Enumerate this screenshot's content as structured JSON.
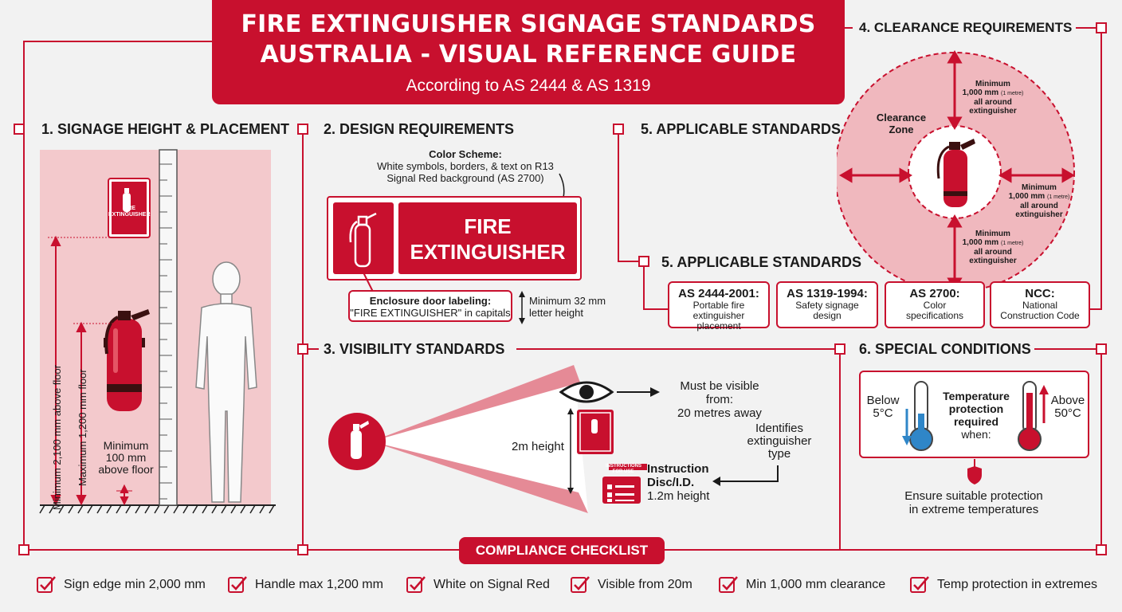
{
  "title": {
    "line1": "FIRE EXTINGUISHER SIGNAGE STANDARDS",
    "line2": "AUSTRALIA - VISUAL REFERENCE GUIDE",
    "subtitle": "According to AS 2444 & AS 1319"
  },
  "section1": {
    "heading": "1. SIGNAGE HEIGHT & PLACEMENT",
    "small_sign_text": "FIRE EXTINGUISHER",
    "min_2100": "Minimum 2,100 mm above floor",
    "max_1200": "Maximum 1,200 mm floor",
    "min_100_line1": "Minimum",
    "min_100_line2": "100 mm",
    "min_100_line3": "above floor"
  },
  "section2": {
    "heading": "2. DESIGN REQUIREMENTS",
    "color_title": "Color Scheme:",
    "color_line1": "White symbols, borders, & text on R13",
    "color_line2": "Signal Red background (AS 2700)",
    "sign_line1": "FIRE",
    "sign_line2": "EXTINGUISHER",
    "enclosure_title": "Enclosure door labeling:",
    "enclosure_text": "\"FIRE EXTINGUISHER\" in capitals",
    "letter_line1": "Minimum 32 mm",
    "letter_line2": "letter height"
  },
  "section3": {
    "heading": "3. VISIBILITY STANDARDS",
    "visible_line1": "Must be visible from:",
    "visible_line2": "20 metres away",
    "height_2m": "2m height",
    "identifies_line1": "Identifies",
    "identifies_line2": "extinguisher",
    "identifies_line3": "type",
    "instruction_line1": "Instruction",
    "instruction_line2": "Disc/I.D.",
    "instruction_line3": "1.2m height",
    "disc_header": "INSTRUCTIONS FOR USE"
  },
  "section4": {
    "heading": "4. CLEARANCE REQUIREMENTS",
    "zone_line1": "Clearance",
    "zone_line2": "Zone",
    "top": {
      "l1": "Minimum",
      "l2": "1,000 mm",
      "l2b": "(1 metre)",
      "l3": "all around",
      "l4": "extinguisher"
    },
    "right": {
      "l1": "Minimum",
      "l2": "1,000 mm",
      "l2b": "(1 metre)",
      "l3": "all around",
      "l4": "extinguisher"
    },
    "bottom": {
      "l1": "Minimum",
      "l2": "1,000 mm",
      "l2b": "(1 metre)",
      "l3": "all around",
      "l4": "extinguisher"
    }
  },
  "section5": {
    "heading_a": "5. APPLICABLE STANDARDS",
    "heading_b": "5. APPLICABLE STANDARDS",
    "standards": [
      {
        "code": "AS 2444-2001:",
        "d1": "Portable fire",
        "d2": "extinguisher",
        "d3": "placement"
      },
      {
        "code": "AS 1319-1994:",
        "d1": "Safety signage",
        "d2": "design",
        "d3": ""
      },
      {
        "code": "AS 2700:",
        "d1": "Color",
        "d2": "specifications",
        "d3": ""
      },
      {
        "code": "NCC:",
        "d1": "National",
        "d2": "Construction Code",
        "d3": ""
      }
    ]
  },
  "section6": {
    "heading": "6. SPECIAL CONDITIONS",
    "below_line1": "Below",
    "below_line2": "5°C",
    "temp_line1": "Temperature",
    "temp_line2": "protection",
    "temp_line3": "required",
    "temp_line4": "when:",
    "above_line1": "Above",
    "above_line2": "50°C",
    "ensure_line1": "Ensure suitable protection",
    "ensure_line2": "in extreme temperatures"
  },
  "checklist": {
    "label": "COMPLIANCE CHECKLIST",
    "items": [
      "Sign edge min 2,000 mm",
      "Handle max 1,200 mm",
      "White on Signal Red",
      "Visible from 20m",
      "Min 1,000 mm clearance",
      "Temp protection in extremes"
    ]
  },
  "colors": {
    "signal_red": "#c8102e",
    "pink": "#f3c9cc",
    "white": "#ffffff",
    "cold_blue": "#2f86c8"
  }
}
